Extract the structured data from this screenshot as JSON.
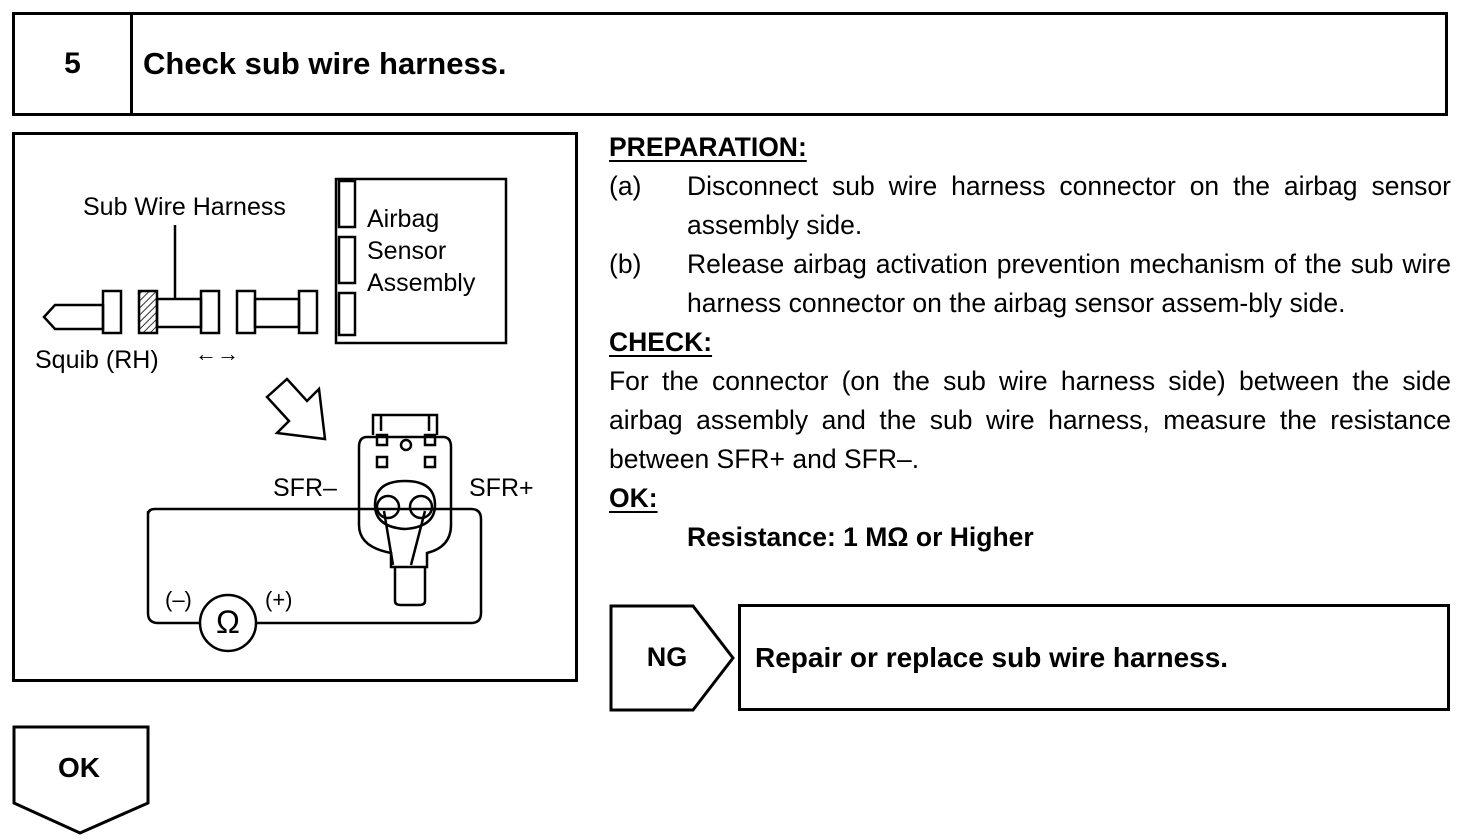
{
  "header": {
    "step_number": "5",
    "title": "Check sub wire harness."
  },
  "diagram": {
    "label_sub_wire_harness": "Sub Wire Harness",
    "label_airbag": "Airbag",
    "label_sensor": "Sensor",
    "label_assembly": "Assembly",
    "label_squib": "Squib (RH)",
    "label_disconnect_arrows": "←→",
    "label_sfr_minus": "SFR–",
    "label_sfr_plus": "SFR+",
    "label_meter_minus": "(–)",
    "label_meter_plus": "(+)",
    "label_ohm": "Ω"
  },
  "preparation": {
    "heading": "PREPARATION:",
    "items": [
      {
        "marker": "(a)",
        "text": "Disconnect sub wire harness connector on the airbag sensor assembly side."
      },
      {
        "marker": "(b)",
        "text": "Release airbag activation prevention mechanism of the sub wire harness connector on the airbag sensor assem-bly side."
      }
    ]
  },
  "check": {
    "heading": "CHECK:",
    "text": "For the connector (on the sub wire harness side) between the side airbag assembly and the sub wire harness, measure the resistance between SFR+ and SFR–."
  },
  "ok_spec": {
    "heading": "OK:",
    "spec": "Resistance: 1 MΩ or Higher"
  },
  "ng_result": {
    "label": "NG",
    "action": "Repair or replace sub wire harness."
  },
  "ok_result": {
    "label": "OK"
  }
}
